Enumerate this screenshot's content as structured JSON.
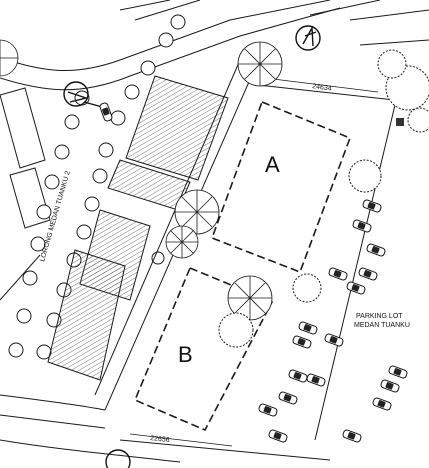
{
  "site_plan": {
    "plot_labels": {
      "a": "A",
      "b": "B"
    },
    "street_label": "LORONG MEDAN TUANKU 2",
    "parking_label_line1": "PARKING LOT",
    "parking_label_line2": "MEDAN TUANKU",
    "dimensions": {
      "top": "24634",
      "bottom": "22656"
    }
  },
  "colors": {
    "line": "#1a1a1a",
    "hatch": "#555555",
    "tree_fill": "#ffffff",
    "background": "#ffffff"
  },
  "icons": [
    "north-arrow-icon",
    "tree-icon",
    "car-icon",
    "shrub-icon"
  ]
}
